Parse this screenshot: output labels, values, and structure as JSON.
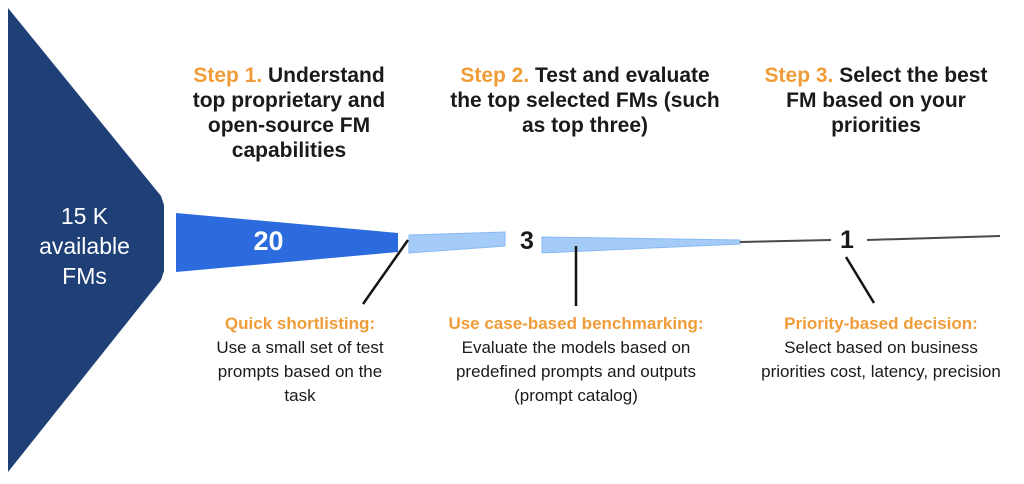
{
  "diagram_title": "FM selection funnel",
  "colors": {
    "navy": "#1E4077",
    "bright_blue": "#2B6BDE",
    "light_blue": "#A5CCF8",
    "light_blue_border": "#88B9F3",
    "line_gray": "#4A4A4A",
    "callout_line_black": "#141414",
    "orange": "#F09C38",
    "text_black": "#1A1A1A",
    "white": "#FFFFFF"
  },
  "source": {
    "lines": [
      "15 K",
      "available",
      "FMs"
    ]
  },
  "steps": [
    {
      "prefix": "Step 1.",
      "title_rest": " Understand",
      "lines": [
        "top proprietary and",
        "open-source FM",
        "capabilities"
      ]
    },
    {
      "prefix": "Step 2.",
      "title_rest": " Test and evaluate",
      "lines": [
        "the top selected FMs (such",
        "as top three)"
      ]
    },
    {
      "prefix": "Step 3.",
      "title_rest": " Select the best",
      "lines": [
        "FM based on your",
        "priorities"
      ]
    }
  ],
  "funnel": {
    "source_count": "15 K",
    "stage_counts": [
      "20",
      "3",
      "1"
    ]
  },
  "callouts": [
    {
      "title": "Quick shortlisting:",
      "lines": [
        "Use a small set of test",
        "prompts based on the",
        "task"
      ]
    },
    {
      "title": "Use case-based benchmarking:",
      "lines": [
        "Evaluate the models based on",
        "predefined prompts and outputs",
        "(prompt catalog)"
      ]
    },
    {
      "title": "Priority-based decision:",
      "lines": [
        "Select based on business",
        "priorities cost, latency, precision"
      ]
    }
  ]
}
